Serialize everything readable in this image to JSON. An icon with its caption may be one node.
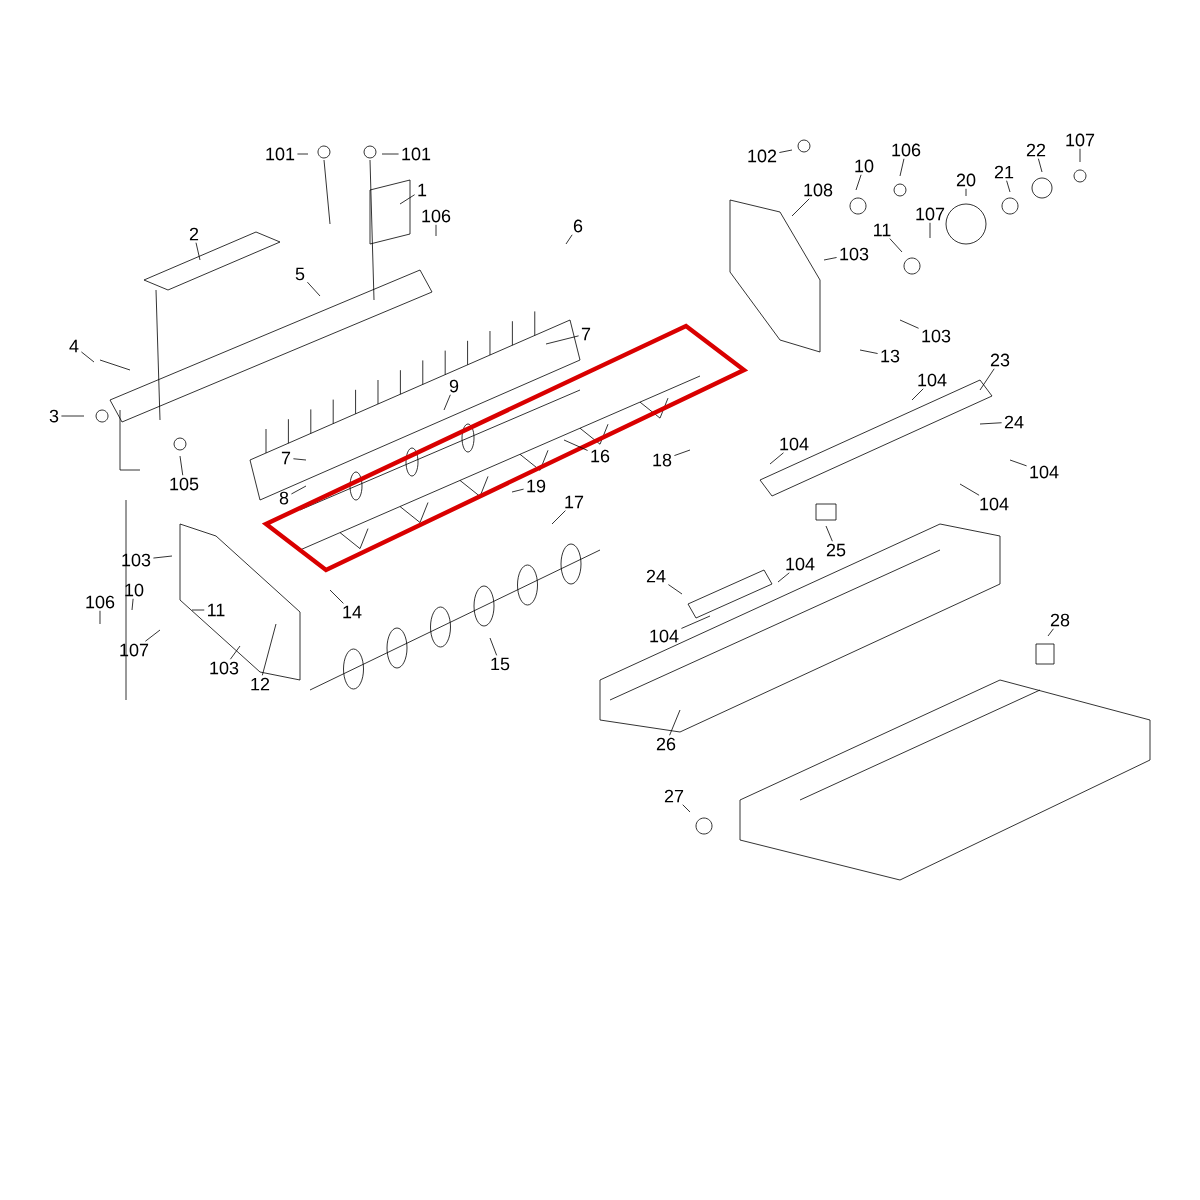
{
  "diagram": {
    "nodes": [
      {
        "text": [
          "101"
        ]
      },
      {
        "text": [
          "101"
        ]
      },
      {
        "text": [
          "1"
        ]
      },
      {
        "text": [
          "2"
        ]
      },
      {
        "text": [
          "106"
        ]
      },
      {
        "text": [
          "6"
        ]
      },
      {
        "text": [
          "5"
        ]
      },
      {
        "text": [
          "4"
        ]
      },
      {
        "text": [
          "7"
        ]
      },
      {
        "text": [
          "3"
        ]
      },
      {
        "text": [
          "9"
        ]
      },
      {
        "text": [
          "7"
        ]
      },
      {
        "text": [
          "8"
        ]
      },
      {
        "text": [
          "105"
        ]
      },
      {
        "text": [
          "16"
        ]
      },
      {
        "text": [
          "19"
        ]
      },
      {
        "text": [
          "17"
        ]
      },
      {
        "text": [
          "18"
        ]
      },
      {
        "text": [
          "14"
        ]
      },
      {
        "text": [
          "103"
        ]
      },
      {
        "text": [
          "10"
        ]
      },
      {
        "text": [
          "106"
        ]
      },
      {
        "text": [
          "11"
        ]
      },
      {
        "text": [
          "107"
        ]
      },
      {
        "text": [
          "103"
        ]
      },
      {
        "text": [
          "12"
        ]
      },
      {
        "text": [
          "15"
        ]
      },
      {
        "text": [
          "102"
        ]
      },
      {
        "text": [
          "108"
        ]
      },
      {
        "text": [
          "10"
        ]
      },
      {
        "text": [
          "106"
        ]
      },
      {
        "text": [
          "20"
        ]
      },
      {
        "text": [
          "21"
        ]
      },
      {
        "text": [
          "22"
        ]
      },
      {
        "text": [
          "107"
        ]
      },
      {
        "text": [
          "11"
        ]
      },
      {
        "text": [
          "107"
        ]
      },
      {
        "text": [
          "103"
        ]
      },
      {
        "text": [
          "103"
        ]
      },
      {
        "text": [
          "13"
        ]
      },
      {
        "text": [
          "23"
        ]
      },
      {
        "text": [
          "104"
        ]
      },
      {
        "text": [
          "24"
        ]
      },
      {
        "text": [
          "104"
        ]
      },
      {
        "text": [
          "104"
        ]
      },
      {
        "text": [
          "104"
        ]
      },
      {
        "text": [
          "25"
        ]
      },
      {
        "text": [
          "104"
        ]
      },
      {
        "text": [
          "24"
        ]
      },
      {
        "text": [
          "104"
        ]
      },
      {
        "text": [
          "26"
        ]
      },
      {
        "text": [
          "28"
        ]
      },
      {
        "text": [
          "27"
        ]
      }
    ],
    "edges": [
      {
        "from": 0,
        "to": null,
        "arrow": "none"
      },
      {
        "from": 1,
        "to": null,
        "arrow": "none"
      },
      {
        "from": 2,
        "to": null,
        "arrow": "none"
      },
      {
        "from": 3,
        "to": null,
        "arrow": "none"
      },
      {
        "from": 4,
        "to": null,
        "arrow": "none"
      },
      {
        "from": 5,
        "to": null,
        "arrow": "none"
      },
      {
        "from": 6,
        "to": null,
        "arrow": "none"
      },
      {
        "from": 7,
        "to": null,
        "arrow": "none"
      },
      {
        "from": 8,
        "to": null,
        "arrow": "none"
      },
      {
        "from": 9,
        "to": null,
        "arrow": "none"
      },
      {
        "from": 10,
        "to": null,
        "arrow": "none"
      },
      {
        "from": 11,
        "to": null,
        "arrow": "none"
      },
      {
        "from": 12,
        "to": null,
        "arrow": "none"
      },
      {
        "from": 13,
        "to": null,
        "arrow": "none"
      },
      {
        "from": 14,
        "to": null,
        "arrow": "none"
      },
      {
        "from": 15,
        "to": null,
        "arrow": "none"
      },
      {
        "from": 16,
        "to": null,
        "arrow": "none"
      },
      {
        "from": 17,
        "to": null,
        "arrow": "none"
      },
      {
        "from": 18,
        "to": null,
        "arrow": "none"
      },
      {
        "from": 19,
        "to": null,
        "arrow": "none"
      },
      {
        "from": 20,
        "to": null,
        "arrow": "none"
      },
      {
        "from": 21,
        "to": null,
        "arrow": "none"
      },
      {
        "from": 22,
        "to": null,
        "arrow": "none"
      },
      {
        "from": 23,
        "to": null,
        "arrow": "none"
      },
      {
        "from": 24,
        "to": null,
        "arrow": "none"
      },
      {
        "from": 25,
        "to": null,
        "arrow": "none"
      },
      {
        "from": 26,
        "to": null,
        "arrow": "none"
      },
      {
        "from": 27,
        "to": null,
        "arrow": "none"
      },
      {
        "from": 28,
        "to": null,
        "arrow": "none"
      },
      {
        "from": 29,
        "to": null,
        "arrow": "none"
      },
      {
        "from": 30,
        "to": null,
        "arrow": "none"
      },
      {
        "from": 31,
        "to": null,
        "arrow": "none"
      },
      {
        "from": 32,
        "to": null,
        "arrow": "none"
      },
      {
        "from": 33,
        "to": null,
        "arrow": "none"
      },
      {
        "from": 34,
        "to": null,
        "arrow": "none"
      },
      {
        "from": 35,
        "to": null,
        "arrow": "none"
      },
      {
        "from": 36,
        "to": null,
        "arrow": "none"
      },
      {
        "from": 37,
        "to": null,
        "arrow": "none"
      },
      {
        "from": 38,
        "to": null,
        "arrow": "none"
      },
      {
        "from": 39,
        "to": null,
        "arrow": "none"
      },
      {
        "from": 40,
        "to": null,
        "arrow": "none"
      },
      {
        "from": 41,
        "to": null,
        "arrow": "none"
      },
      {
        "from": 42,
        "to": null,
        "arrow": "none"
      },
      {
        "from": 43,
        "to": null,
        "arrow": "none"
      },
      {
        "from": 44,
        "to": null,
        "arrow": "none"
      },
      {
        "from": 45,
        "to": null,
        "arrow": "none"
      },
      {
        "from": 46,
        "to": null,
        "arrow": "none"
      },
      {
        "from": 47,
        "to": null,
        "arrow": "none"
      },
      {
        "from": 48,
        "to": null,
        "arrow": "none"
      },
      {
        "from": 49,
        "to": null,
        "arrow": "none"
      },
      {
        "from": 50,
        "to": null,
        "arrow": "none"
      },
      {
        "from": 51,
        "to": null,
        "arrow": "none"
      },
      {
        "from": 52,
        "to": null,
        "arrow": "none"
      }
    ]
  }
}
